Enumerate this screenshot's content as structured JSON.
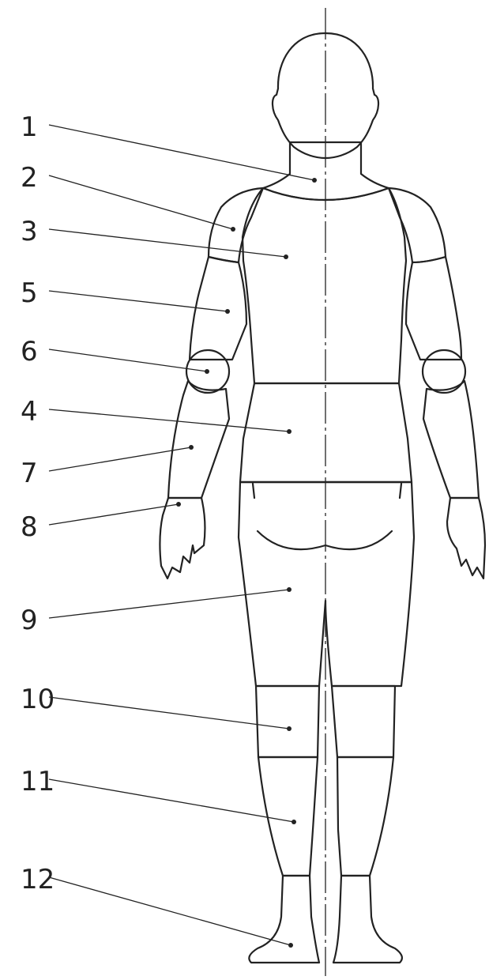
{
  "labels": [
    {
      "id": "1",
      "text": "1"
    },
    {
      "id": "2",
      "text": "2"
    },
    {
      "id": "3",
      "text": "3"
    },
    {
      "id": "5",
      "text": "5"
    },
    {
      "id": "6",
      "text": "6"
    },
    {
      "id": "4",
      "text": "4"
    },
    {
      "id": "7",
      "text": "7"
    },
    {
      "id": "8",
      "text": "8"
    },
    {
      "id": "9",
      "text": "9"
    },
    {
      "id": "10",
      "text": "10"
    },
    {
      "id": "11",
      "text": "11"
    },
    {
      "id": "12",
      "text": "12"
    }
  ]
}
